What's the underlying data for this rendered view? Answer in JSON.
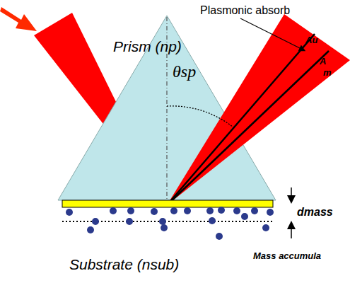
{
  "diagram": {
    "labels": [
      "Plasmonic absorb",
      "Au",
      "A",
      "m",
      "Prism (np)",
      "θsp",
      "dmass",
      "Mass accumula",
      "Substrate (nsub)"
    ]
  }
}
